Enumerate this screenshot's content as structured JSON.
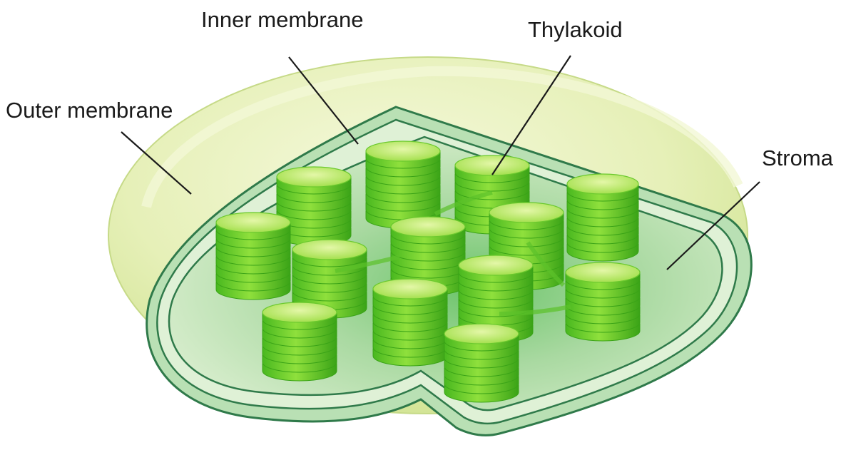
{
  "diagram": {
    "labels": {
      "outer_membrane": "Outer membrane",
      "inner_membrane": "Inner membrane",
      "thylakoid": "Thylakoid",
      "stroma": "Stroma"
    },
    "colors": {
      "outer_body": "#e4efb6",
      "outer_rim": "#c9e08a",
      "membrane_band": "#9fd3a6",
      "membrane_line": "#2f7a4a",
      "stroma": "#cfe8c0",
      "disc_top": "#c9f06a",
      "disc_side": "#6bd12a",
      "disc_edge": "#3aa317"
    }
  }
}
